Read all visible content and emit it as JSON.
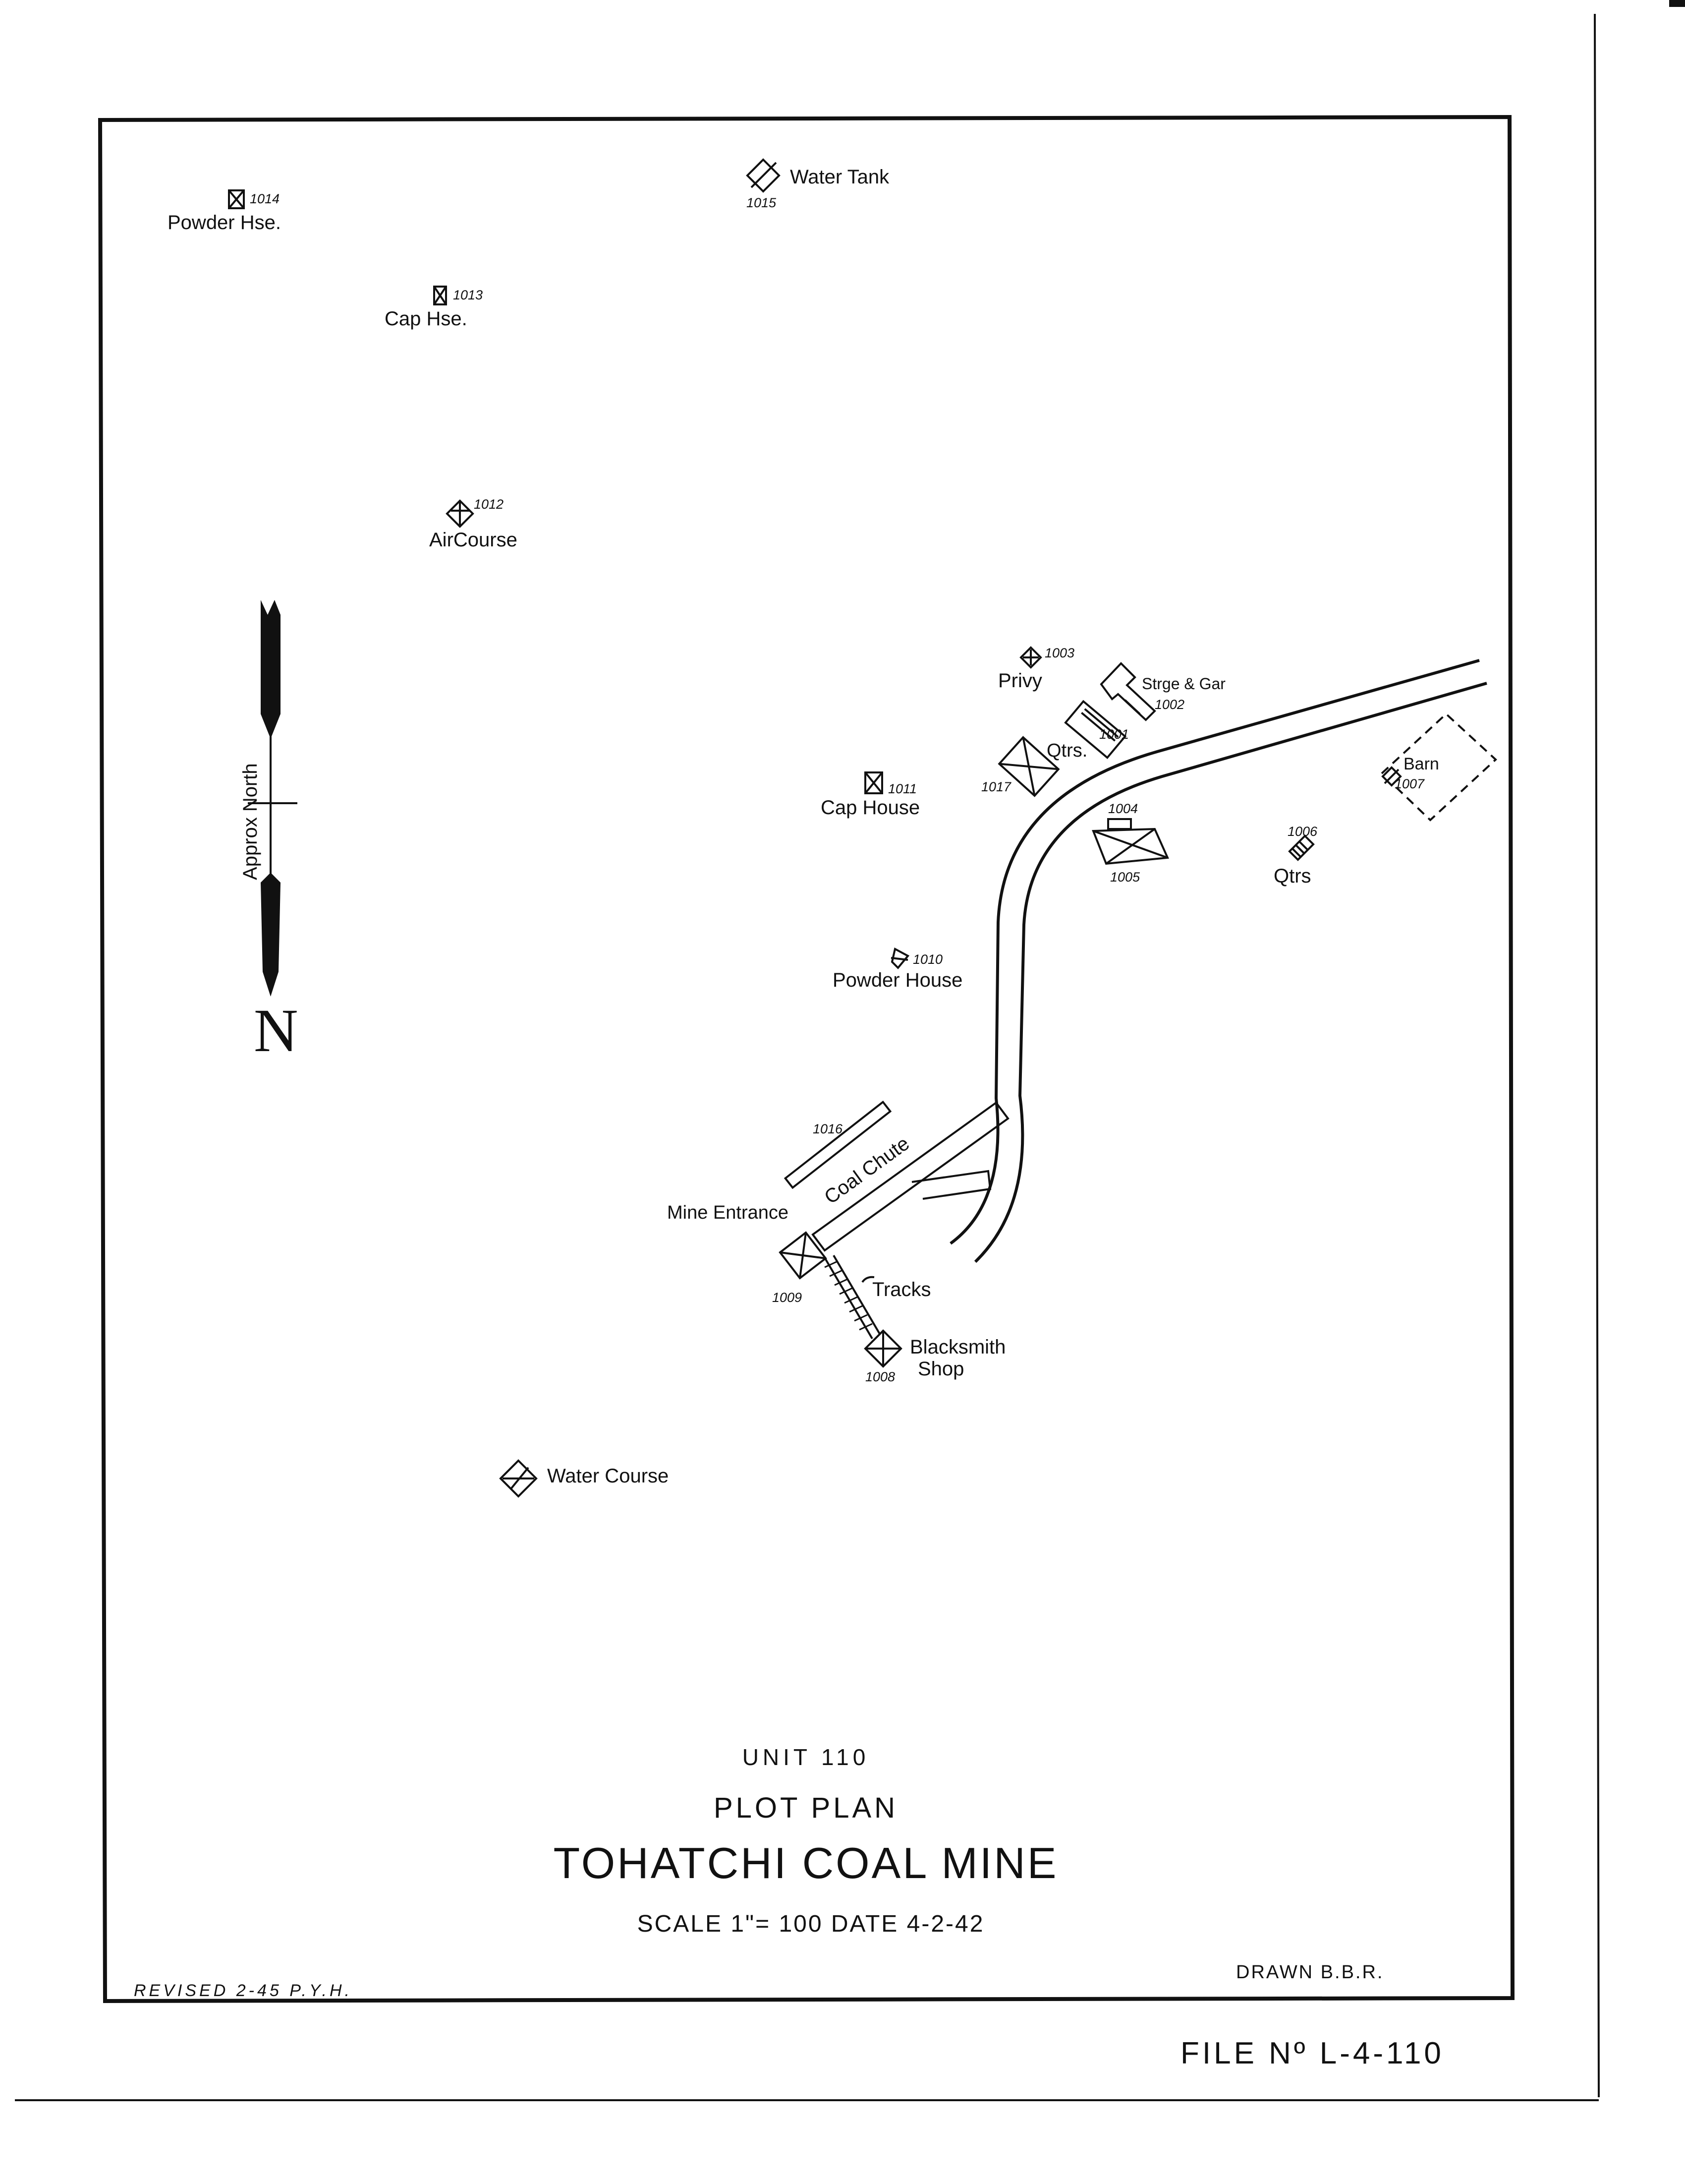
{
  "title_block": {
    "unit": "UNIT 110",
    "plan": "PLOT PLAN",
    "title": "TOHATCHI COAL MINE",
    "scale_date": "SCALE 1\"= 100   DATE 4-2-42",
    "drawn": "DRAWN B.B.R.",
    "revised": "REVISED  2-45  P.Y.H.",
    "file": "FILE Nº L-4-110"
  },
  "north_arrow": {
    "label": "Approx North",
    "letter": "N"
  },
  "structures": [
    {
      "id": "powder-hse-1014",
      "name": "Powder Hse.",
      "number": "1014",
      "icon": "small-crossed-box"
    },
    {
      "id": "water-tank-1015",
      "name": "Water Tank",
      "number": "1015",
      "icon": "diamond-crossed"
    },
    {
      "id": "cap-hse-1013",
      "name": "Cap Hse.",
      "number": "1013",
      "icon": "small-crossed-box"
    },
    {
      "id": "air-course-1012",
      "name": "AirCourse",
      "number": "1012",
      "icon": "diamond-crossed"
    },
    {
      "id": "privy-1003",
      "name": "Privy",
      "number": "1003",
      "icon": "small-diamond"
    },
    {
      "id": "strge-gar-1002",
      "name": "Strge & Gar",
      "number": "1002",
      "icon": "building-outline"
    },
    {
      "id": "qtrs-1001",
      "name": "Qtrs.",
      "number": "1001",
      "icon": "hatched-rectangle"
    },
    {
      "id": "qtrs-1017",
      "name": "",
      "number": "1017",
      "icon": "crossed-box"
    },
    {
      "id": "cap-house-1011",
      "name": "Cap House",
      "number": "1011",
      "icon": "small-crossed-box"
    },
    {
      "id": "bldg-1004-1005",
      "name": "",
      "number_a": "1004",
      "number_b": "1005",
      "icon": "crossed-rectangle"
    },
    {
      "id": "qtrs-1006",
      "name": "Qtrs",
      "number": "1006",
      "icon": "hatched-square"
    },
    {
      "id": "barn-1007",
      "name": "Barn",
      "number": "1007",
      "icon": "dashed-outline"
    },
    {
      "id": "powder-house-1010",
      "name": "Powder House",
      "number": "1010",
      "icon": "diamond-crossed"
    },
    {
      "id": "bldg-1016",
      "name": "",
      "number": "1016",
      "icon": "long-rectangle"
    },
    {
      "id": "coal-chute",
      "name": "Coal Chute",
      "icon": "chute"
    },
    {
      "id": "mine-entrance-1009",
      "name": "Mine Entrance",
      "number": "1009",
      "icon": "crossed-box"
    },
    {
      "id": "tracks",
      "name": "Tracks",
      "icon": "railway"
    },
    {
      "id": "blacksmith-1008",
      "name": "Blacksmith",
      "name2": "Shop",
      "number": "1008",
      "icon": "crossed-box"
    },
    {
      "id": "water-course",
      "name": "Water Course",
      "icon": "diamond-crossed"
    }
  ]
}
